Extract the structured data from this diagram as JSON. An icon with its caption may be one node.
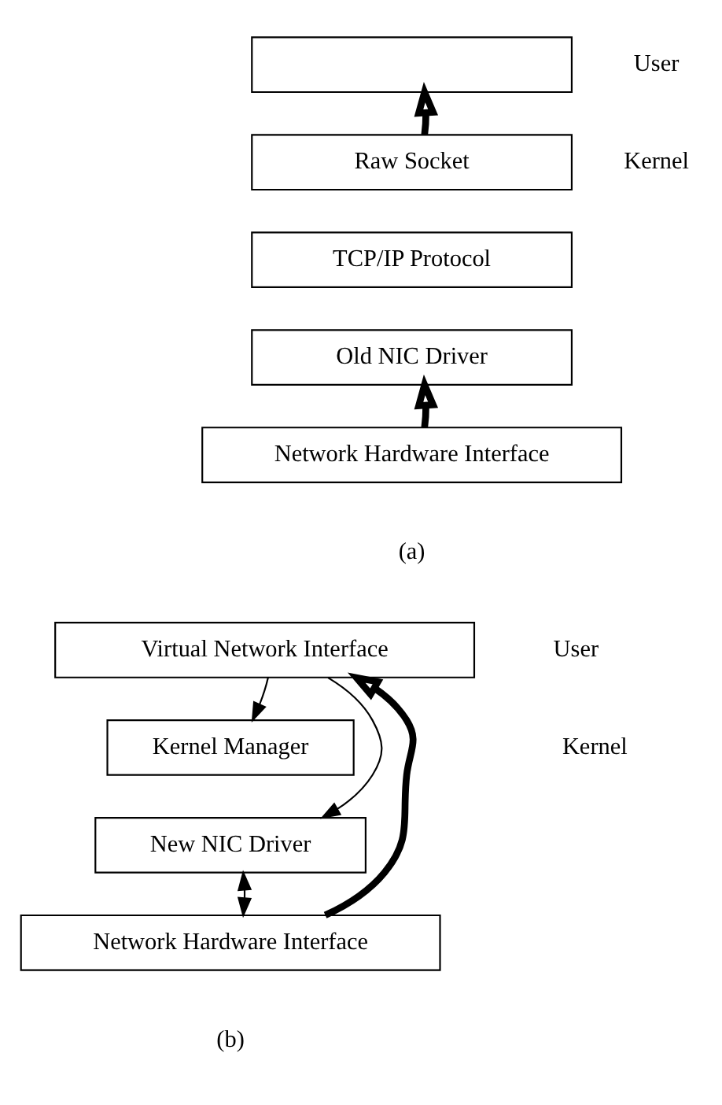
{
  "diagram": {
    "nodes": [
      {
        "text": [],
        "shape": "box"
      },
      {
        "text": [
          "Raw Socket"
        ]
      },
      {
        "text": [
          "TCP/IP Protocol"
        ]
      },
      {
        "text": [
          "Old NIC Driver"
        ]
      },
      {
        "text": [
          "Network Hardware Interface"
        ]
      },
      {
        "text": [
          "Virtual Network Interface"
        ]
      },
      {
        "text": [
          "Kernel Manager"
        ]
      },
      {
        "text": [
          "New NIC Driver"
        ]
      },
      {
        "text": [
          "Network Hardware Interface"
        ]
      }
    ],
    "edges": [
      {
        "from": 1,
        "to": 0,
        "arrow": "to",
        "style": "thick"
      },
      {
        "from": 4,
        "to": 3,
        "arrow": "to",
        "style": "thick"
      },
      {
        "from": 8,
        "to": 5,
        "arrow": "to",
        "style": "thick"
      },
      {
        "from": 5,
        "to": 7,
        "arrow": "to"
      },
      {
        "from": 5,
        "to": 6,
        "arrow": "to"
      },
      {
        "from": 7,
        "to": 8,
        "arrow": "both"
      }
    ],
    "labels": [
      "User",
      "Kernel",
      "(a)",
      "User",
      "Kernel",
      "(b)"
    ]
  }
}
